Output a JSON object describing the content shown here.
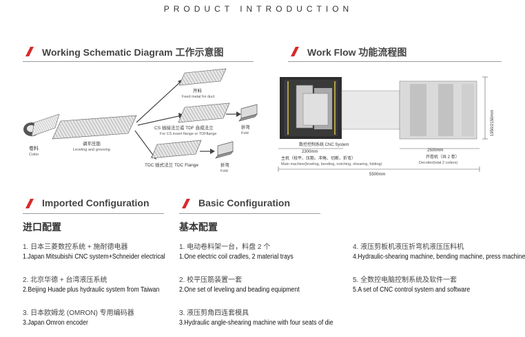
{
  "page_title": "PRODUCT  INTRODUCTION",
  "brand_color": "#d62b2b",
  "sections": {
    "schematic": {
      "title": "Working Schematic Diagram  工作示意图"
    },
    "workflow": {
      "title": "Work Flow   功能流程图"
    },
    "imported": {
      "title": "Imported Configuration"
    },
    "basic": {
      "title": "Basic Configuration"
    }
  },
  "schematic": {
    "coil_cn": "卷料",
    "coil_en": "Coiler",
    "level_cn": "调平压筋",
    "level_en": "Leveling and grooving",
    "feed_cn": "开料",
    "feed_en": "Feed metal for duct",
    "cs_cn": "CS 插接法兰或 TDF 自成法兰",
    "cs_en": "For CS insert flange or TDFflange",
    "tdc_label": "TDC 插式法兰 TDC Flange",
    "fold1_cn": "折弯",
    "fold1_en": "Fold",
    "fold2_cn": "折弯",
    "fold2_en": "Fold"
  },
  "workflow": {
    "height_dim": "1950/2150mm",
    "cnc_label": "数控控制系统 CNC System",
    "dim_2300": "2300mm",
    "main_cn": "主机（校平、压筋、冲角、切断、折弯）",
    "main_en": "Main machine(leveling, bending, notching, shearing, folding)",
    "dim_2500": "2500mm",
    "decoiler_cn": "开卷机（共 2 卷）",
    "decoiler_en": "Decoiler(total 2 coilers)",
    "dim_5500": "5500mm"
  },
  "imported": {
    "heading": "进口配置",
    "items": [
      {
        "cn": "1. 日本三菱数控系统 + 施耐德电器",
        "en": "1.Japan Mitsubishi CNC system+Schneider electrical"
      },
      {
        "cn": "2. 北京华德 + 台湾液压系统",
        "en": "2.Beijing Huade plus hydraulic system from Taiwan"
      },
      {
        "cn": "3. 日本欧姆龙 (OMRON) 专用编码器",
        "en": "3.Japan Omron encoder"
      }
    ]
  },
  "basic": {
    "heading": "基本配置",
    "items": [
      {
        "cn": "1. 电动卷料架一台，料盘 2 个",
        "en": "1.One electric coil cradles, 2 material trays"
      },
      {
        "cn": "2. 校平压筋装置一套",
        "en": "2.One set of leveling and beading equipment"
      },
      {
        "cn": "3. 液压剪角四连套模具",
        "en": "3.Hydraulic angle-shearing machine with four seats of die"
      },
      {
        "cn": "4. 液压剪板机液压折弯机液压压料机",
        "en": "4.Hydraulic-shearing machine, bending machine, press machine"
      },
      {
        "cn": "5. 全数控电脑控制系统及软件一套",
        "en": "5.A set of CNC control system and software"
      }
    ]
  }
}
